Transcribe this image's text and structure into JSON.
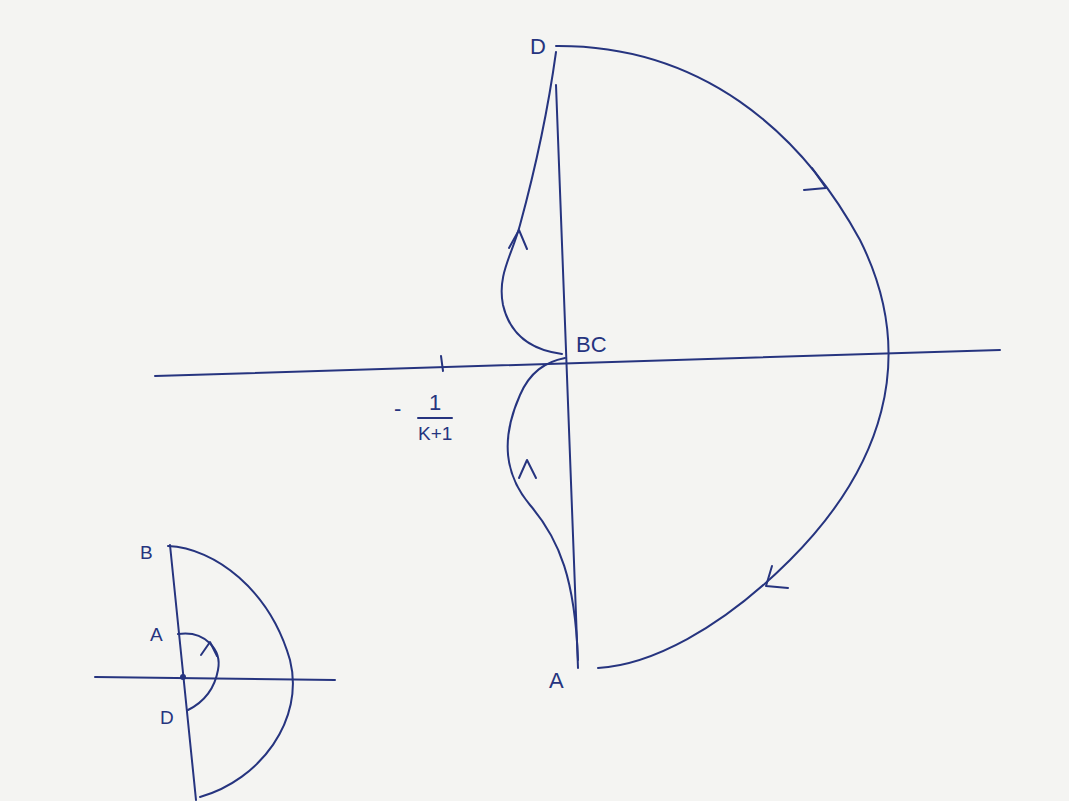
{
  "diagram": {
    "labels": [
      "D",
      "BC",
      "-",
      "1",
      "K+1",
      "A",
      "B",
      "A",
      "D"
    ]
  }
}
